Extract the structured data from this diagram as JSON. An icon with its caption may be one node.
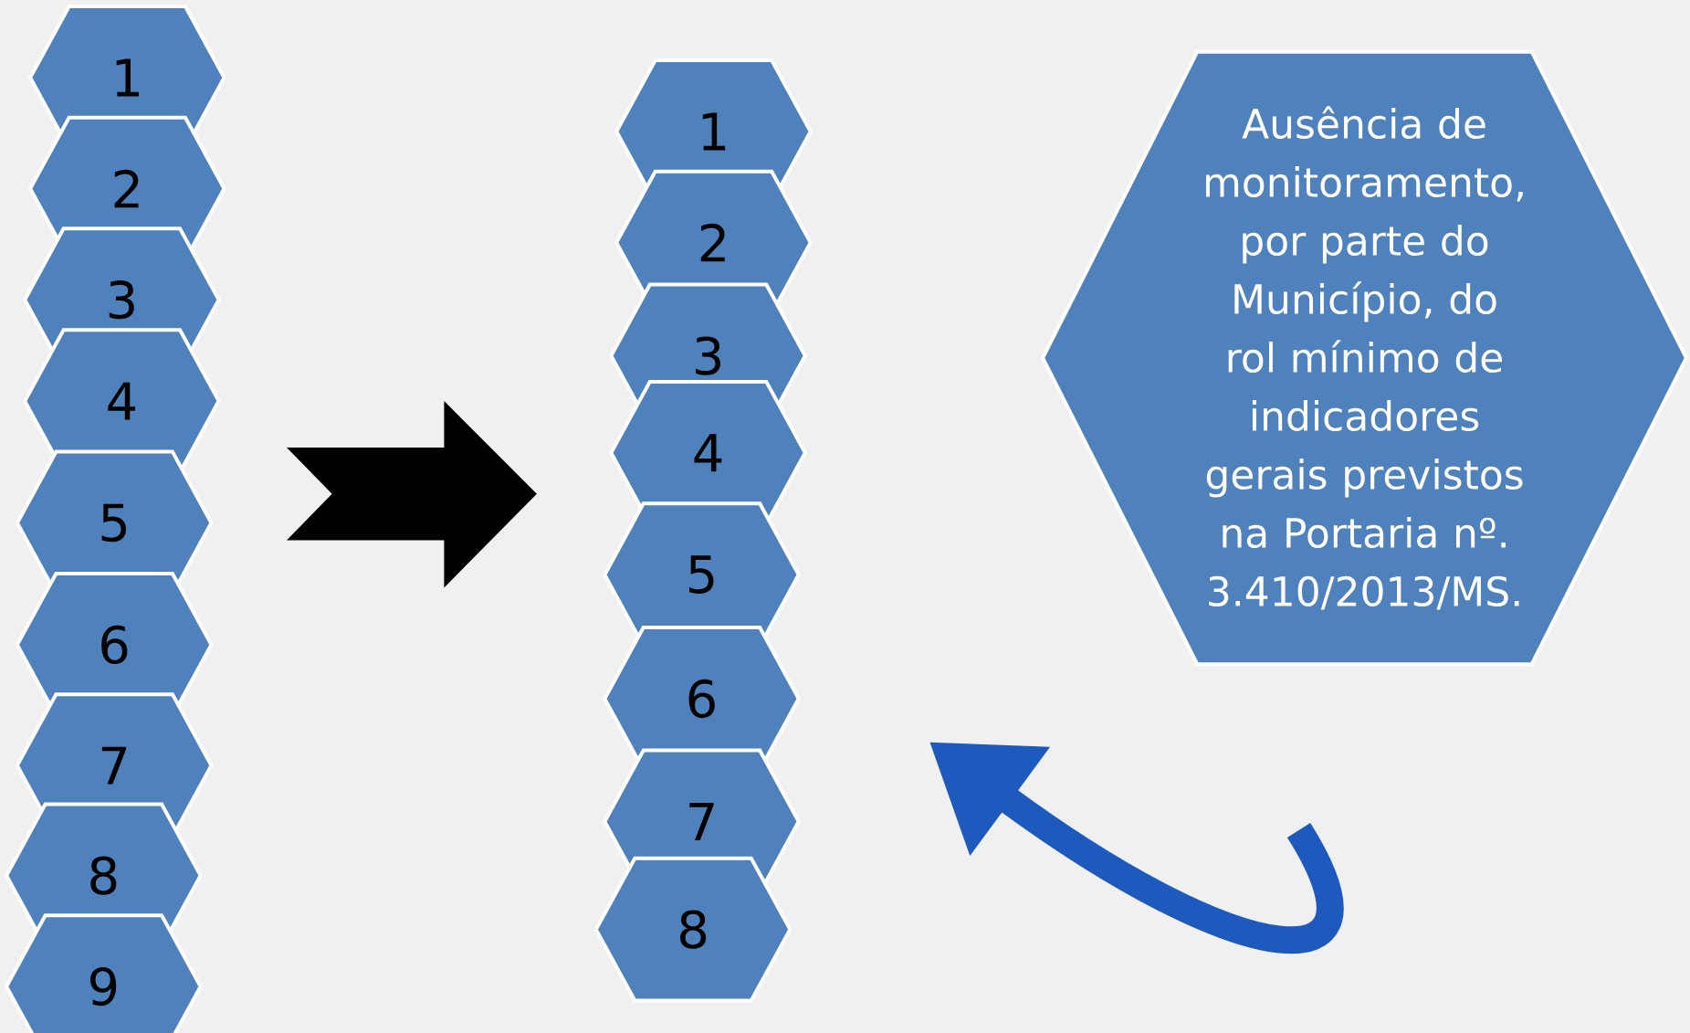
{
  "diagram": {
    "nodes": [
      {
        "text": [
          "1"
        ]
      },
      {
        "text": [
          "2"
        ]
      },
      {
        "text": [
          "3"
        ]
      },
      {
        "text": [
          "4"
        ]
      },
      {
        "text": [
          "5"
        ]
      },
      {
        "text": [
          "6"
        ]
      },
      {
        "text": [
          "7"
        ]
      },
      {
        "text": [
          "8"
        ]
      },
      {
        "text": [
          "9"
        ]
      },
      {
        "text": [
          "1"
        ]
      },
      {
        "text": [
          "2"
        ]
      },
      {
        "text": [
          "3"
        ]
      },
      {
        "text": [
          "4"
        ]
      },
      {
        "text": [
          "5"
        ]
      },
      {
        "text": [
          "6"
        ]
      },
      {
        "text": [
          "7"
        ]
      },
      {
        "text": [
          "8"
        ]
      },
      {
        "text": [
          "Ausência de monitoramento, por parte do Município, do rol mínimo de indicadores gerais previstos na Portaria nº. 3.410/2013/MS."
        ]
      }
    ]
  }
}
